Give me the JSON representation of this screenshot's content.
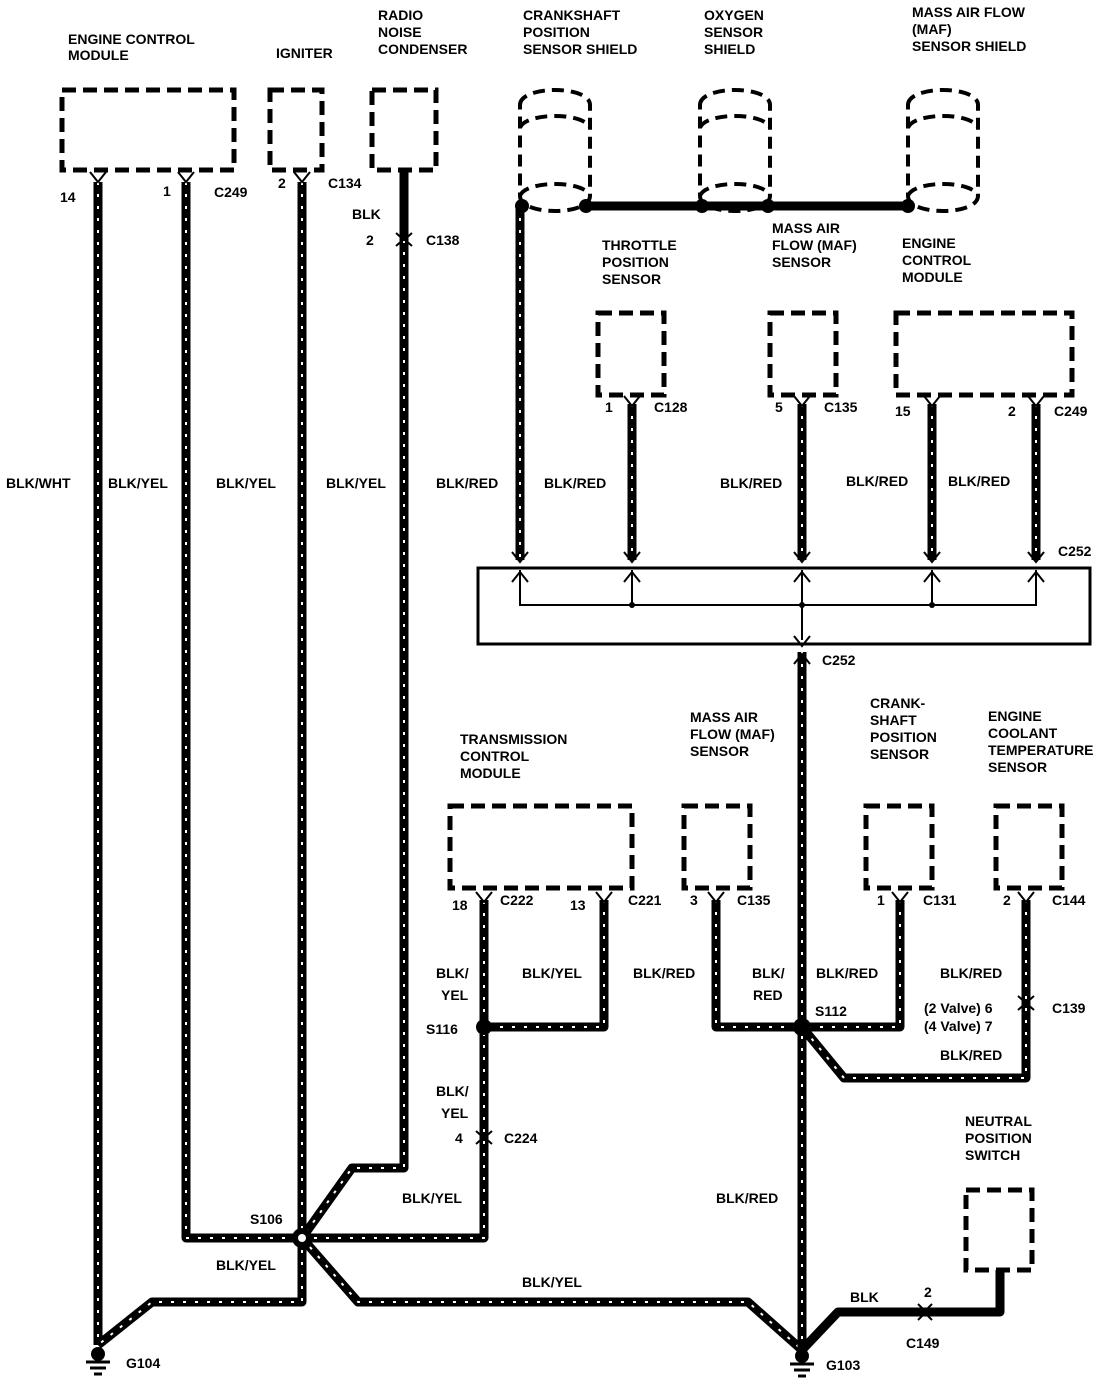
{
  "components": {
    "ecm_top": {
      "label_lines": [
        "ENGINE CONTROL",
        "MODULE"
      ]
    },
    "igniter": {
      "label_lines": [
        "IGNITER"
      ]
    },
    "radio_condenser": {
      "label_lines": [
        "RADIO",
        "NOISE",
        "CONDENSER"
      ]
    },
    "ckp_shield": {
      "label_lines": [
        "CRANKSHAFT",
        "POSITION",
        "SENSOR SHIELD"
      ]
    },
    "o2_shield": {
      "label_lines": [
        "OXYGEN",
        "SENSOR",
        "SHIELD"
      ]
    },
    "maf_shield": {
      "label_lines": [
        "MASS AIR FLOW",
        "(MAF)",
        "SENSOR SHIELD"
      ]
    },
    "tps": {
      "label_lines": [
        "THROTTLE",
        "POSITION",
        "SENSOR"
      ]
    },
    "maf_upper": {
      "label_lines": [
        "MASS AIR",
        "FLOW (MAF)",
        "SENSOR"
      ]
    },
    "ecm_mid": {
      "label_lines": [
        "ENGINE",
        "CONTROL",
        "MODULE"
      ]
    },
    "tcm": {
      "label_lines": [
        "TRANSMISSION",
        "CONTROL",
        "MODULE"
      ]
    },
    "maf_lower": {
      "label_lines": [
        "MASS AIR",
        "FLOW (MAF)",
        "SENSOR"
      ]
    },
    "ckp_lower": {
      "label_lines": [
        "CRANK-",
        "SHAFT",
        "POSITION",
        "SENSOR"
      ]
    },
    "ect": {
      "label_lines": [
        "ENGINE",
        "COOLANT",
        "TEMPERATURE",
        "SENSOR"
      ]
    },
    "nps": {
      "label_lines": [
        "NEUTRAL",
        "POSITION",
        "SWITCH"
      ]
    }
  },
  "connectors": {
    "ecm_top_c": "C249",
    "ecm_top_pin_a": "14",
    "ecm_top_pin_b": "1",
    "igniter_c": "C134",
    "igniter_pin": "2",
    "c138": "C138",
    "c138_pin": "2",
    "tps_c": "C128",
    "tps_pin": "1",
    "maf_upper_c": "C135",
    "maf_upper_pin": "5",
    "ecm_mid_c": "C249",
    "ecm_mid_pin_a": "15",
    "ecm_mid_pin_b": "2",
    "c252_top": "C252",
    "c252_bottom": "C252",
    "tcm_c_a": "C222",
    "tcm_pin_a": "18",
    "tcm_c_b": "C221",
    "tcm_pin_b": "13",
    "maf_lower_c": "C135",
    "maf_lower_pin": "3",
    "ckp_lower_c": "C131",
    "ckp_lower_pin": "1",
    "ect_c": "C144",
    "ect_pin": "2",
    "c139": "C139",
    "c139_pin_2v": "(2 Valve) 6",
    "c139_pin_4v": "(4 Valve) 7",
    "c224": "C224",
    "c224_pin": "4",
    "c149": "C149",
    "c149_pin": "2"
  },
  "splices": {
    "s106": "S106",
    "s116": "S116",
    "s112": "S112"
  },
  "grounds": {
    "g104": "G104",
    "g103": "G103"
  },
  "wire_labels": {
    "blk_wht": "BLK/WHT",
    "blk_yel_1": "BLK/YEL",
    "blk_yel_2": "BLK/YEL",
    "blk_yel_3": "BLK/YEL",
    "blk_top": "BLK",
    "blk_red_1": "BLK/RED",
    "blk_red_2": "BLK/RED",
    "blk_red_3": "BLK/RED",
    "blk_red_4": "BLK/RED",
    "blk_red_5": "BLK/RED",
    "tcm_blk_yel_a": [
      "BLK/",
      "YEL"
    ],
    "tcm_blk_yel_b": "BLK/YEL",
    "tcm_blk_yel_c": [
      "BLK/",
      "YEL"
    ],
    "s106_blk_yel_up": "BLK/YEL",
    "s106_blk_yel_left": "BLK/YEL",
    "s106_blk_yel_bottom": "BLK/YEL",
    "maf_lower_blk_red": "BLK/RED",
    "s112_blk_red_up": [
      "BLK/",
      "RED"
    ],
    "ckp_lower_blk_red": "BLK/RED",
    "ect_blk_red": "BLK/RED",
    "ect_blk_red_lower": "BLK/RED",
    "g103_blk_red": "BLK/RED",
    "nps_blk": "BLK"
  }
}
